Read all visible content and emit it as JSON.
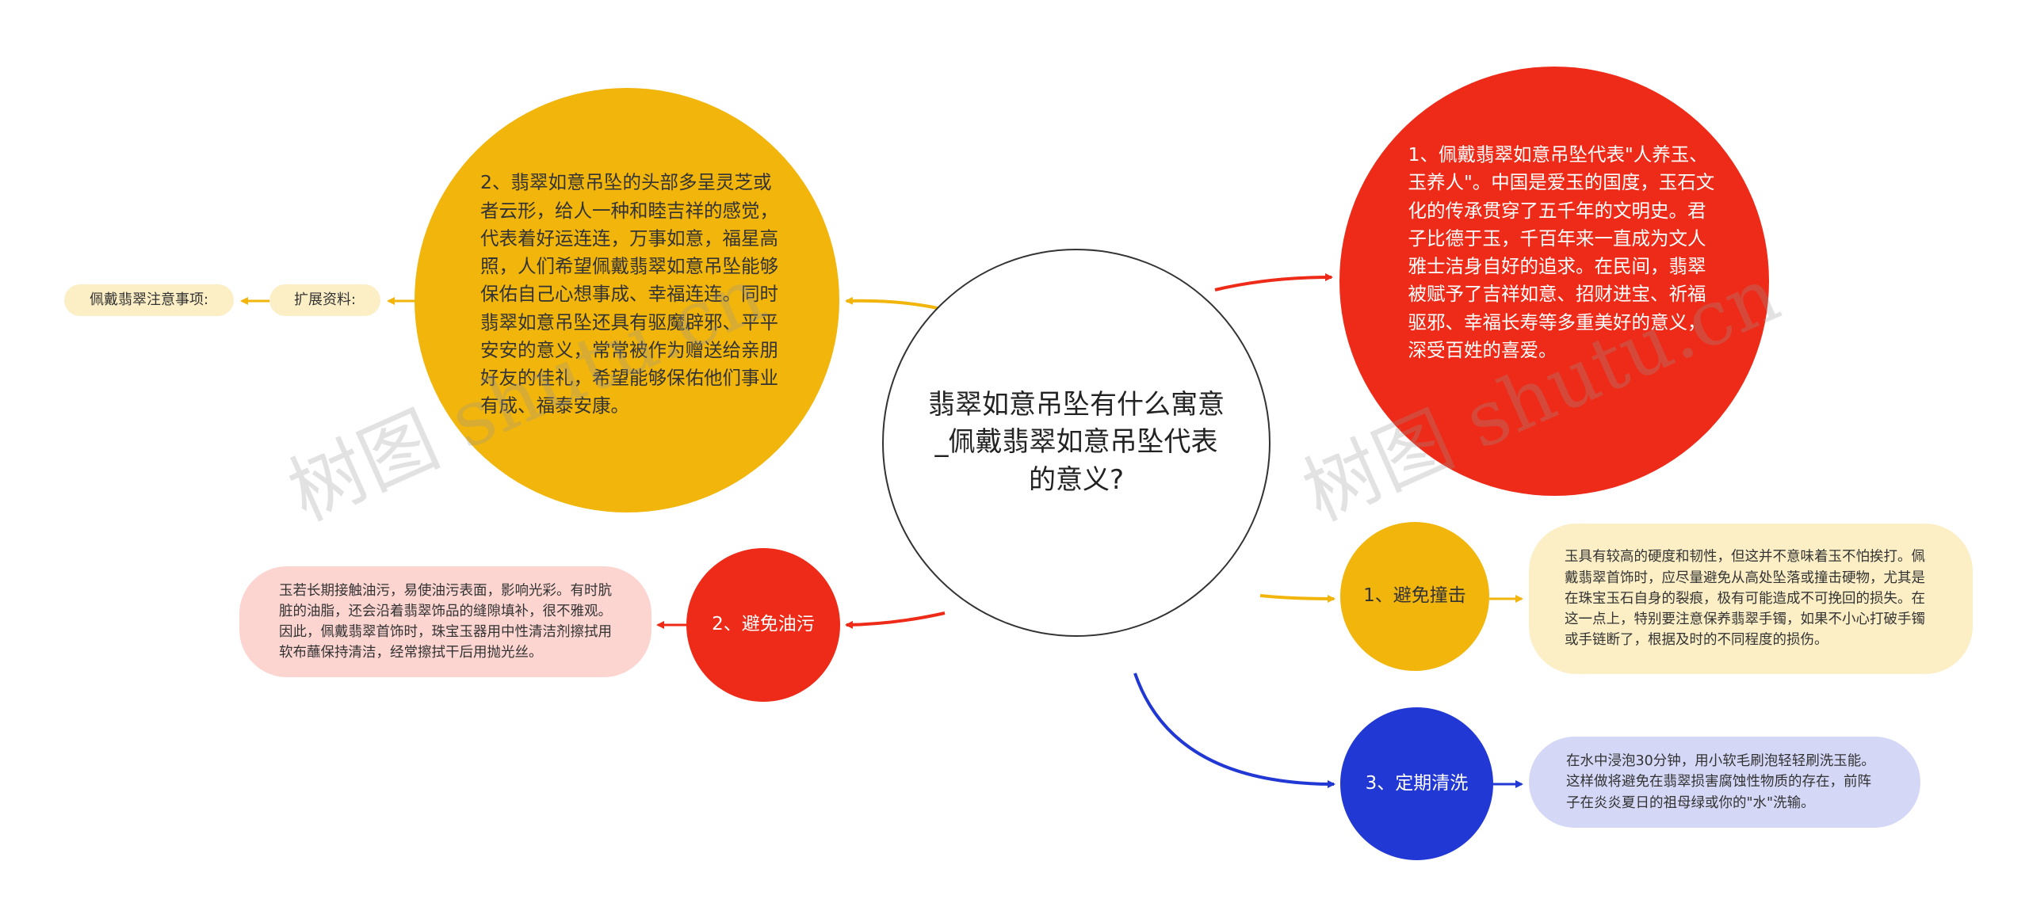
{
  "colors": {
    "yellow": "#F1B50C",
    "red": "#EE2B18",
    "blue": "#2138D4",
    "leaf_yellow": "#FCEFC6",
    "leaf_red": "#FCD5D1",
    "leaf_blue": "#D5D7F7",
    "center_border": "#333333"
  },
  "center": {
    "title": "翡翠如意吊坠有什么寓意_佩戴翡翠如意吊坠代表的意义?"
  },
  "left_top": {
    "text": "2、翡翠如意吊坠的头部多呈灵芝或者云形，给人一种和睦吉祥的感觉，代表着好运连连，万事如意，福星高照，人们希望佩戴翡翠如意吊坠能够保佑自己心想事成、幸福连连。同时翡翠如意吊坠还具有驱魔辟邪、平平安安的意义，常常被作为赠送给亲朋好友的佳礼，希望能够保佑他们事业有成、福泰安康。",
    "ext_label": "扩展资料:",
    "note_label": "佩戴翡翠注意事项:"
  },
  "right_top": {
    "text": "1、佩戴翡翠如意吊坠代表\"人养玉、玉养人\"。中国是爱玉的国度，玉石文化的传承贯穿了五千年的文明史。君子比德于玉，千百年来一直成为文人雅士洁身自好的追求。在民间，翡翠被赋予了吉祥如意、招财进宝、祈福驱邪、幸福长寿等多重美好的意义，深受百姓的喜爱。"
  },
  "avoid_oil": {
    "label": "2、避免油污",
    "detail": "玉若长期接触油污，易使油污表面，影响光彩。有时肮脏的油脂，还会沿着翡翠饰品的缝隙填补，很不雅观。因此，佩戴翡翠首饰时，珠宝玉器用中性清洁剂擦拭用软布蘸保持清洁，经常擦拭干后用抛光丝。"
  },
  "avoid_hit": {
    "label": "1、避免撞击",
    "detail": "玉具有较高的硬度和韧性，但这并不意味着玉不怕挨打。佩戴翡翠首饰时，应尽量避免从高处坠落或撞击硬物，尤其是在珠宝玉石自身的裂痕，极有可能造成不可挽回的损失。在这一点上，特别要注意保养翡翠手镯，如果不小心打破手镯或手链断了，根据及时的不同程度的损伤。"
  },
  "clean": {
    "label": "3、定期清洗",
    "detail": "在水中浸泡30分钟，用小软毛刷泡轻轻刷洗玉能。这样做将避免在翡翠损害腐蚀性物质的存在，前阵子在炎炎夏日的祖母绿或你的\"水\"洗输。"
  },
  "watermarks": [
    "树图 shutu.cn",
    "树图 shutu.cn"
  ]
}
